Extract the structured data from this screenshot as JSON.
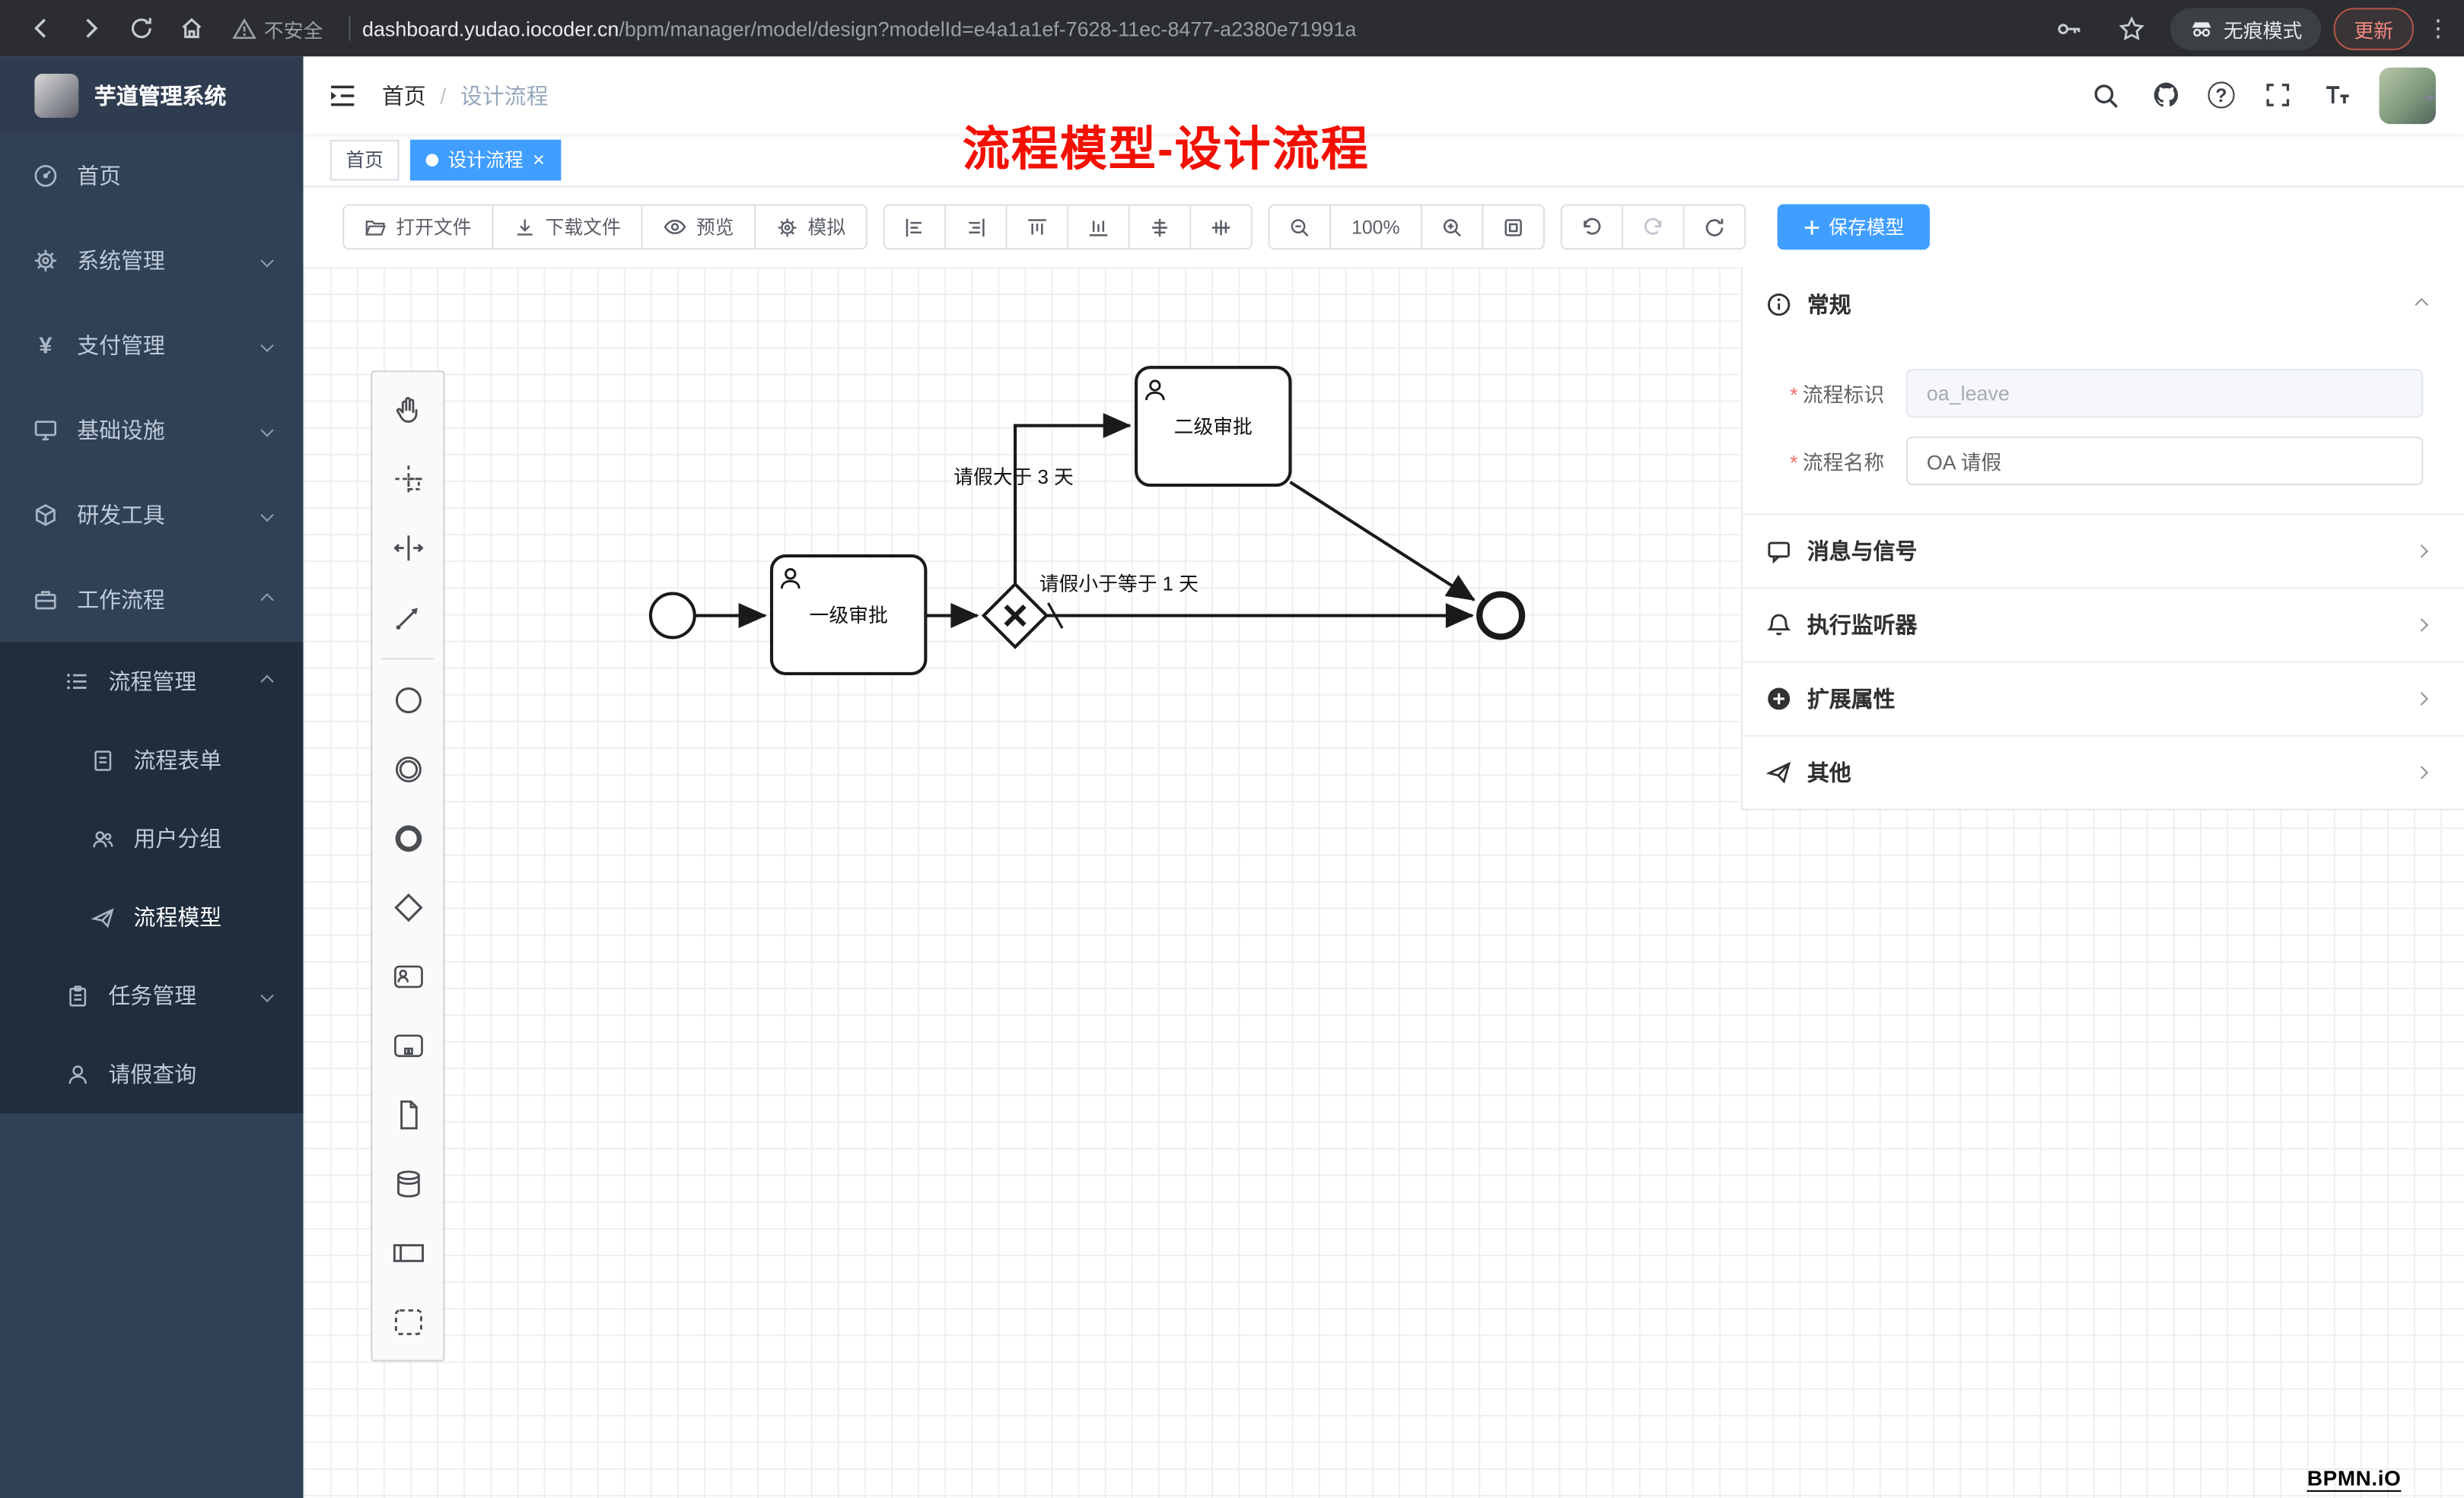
{
  "browser": {
    "security_label": "不安全",
    "url_host": "dashboard.yudao.iocoder.cn",
    "url_path": "/bpm/manager/model/design?modelId=e4a1a1ef-7628-11ec-8477-a2380e71991a",
    "incognito_label": "无痕模式",
    "update_label": "更新"
  },
  "icons": {
    "question": "?",
    "ellipsis": "⋮",
    "close": "×",
    "yen": "¥"
  },
  "sidebar": {
    "logo_title": "芋道管理系统",
    "items": [
      {
        "label": "首页"
      },
      {
        "label": "系统管理"
      },
      {
        "label": "支付管理"
      },
      {
        "label": "基础设施"
      },
      {
        "label": "研发工具"
      },
      {
        "label": "工作流程"
      }
    ],
    "submenu": {
      "process_mgmt": "流程管理",
      "children": [
        {
          "label": "流程表单"
        },
        {
          "label": "用户分组"
        },
        {
          "label": "流程模型"
        }
      ],
      "task_mgmt": "任务管理",
      "leave_query": "请假查询"
    }
  },
  "header": {
    "breadcrumb_home": "首页",
    "breadcrumb_sep": "/",
    "breadcrumb_current": "设计流程",
    "annotation": "流程模型-设计流程"
  },
  "tags": {
    "home": "首页",
    "active": "设计流程"
  },
  "toolbar": {
    "open_file": "打开文件",
    "download_file": "下载文件",
    "preview": "预览",
    "simulate": "模拟",
    "zoom_level": "100%",
    "save_model": "保存模型"
  },
  "diagram": {
    "task1": "一级审批",
    "task2": "二级审批",
    "flow_label_gt": "请假大于 3 天",
    "flow_label_lte": "请假小于等于 1 天"
  },
  "panel": {
    "required_mark": "*",
    "general": {
      "title": "常规",
      "process_key_label": "流程标识",
      "process_key_value": "oa_leave",
      "process_name_label": "流程名称",
      "process_name_value": "OA 请假"
    },
    "sections": [
      {
        "label": "消息与信号"
      },
      {
        "label": "执行监听器"
      },
      {
        "label": "扩展属性"
      },
      {
        "label": "其他"
      }
    ]
  },
  "watermark": "BPMN.iO"
}
